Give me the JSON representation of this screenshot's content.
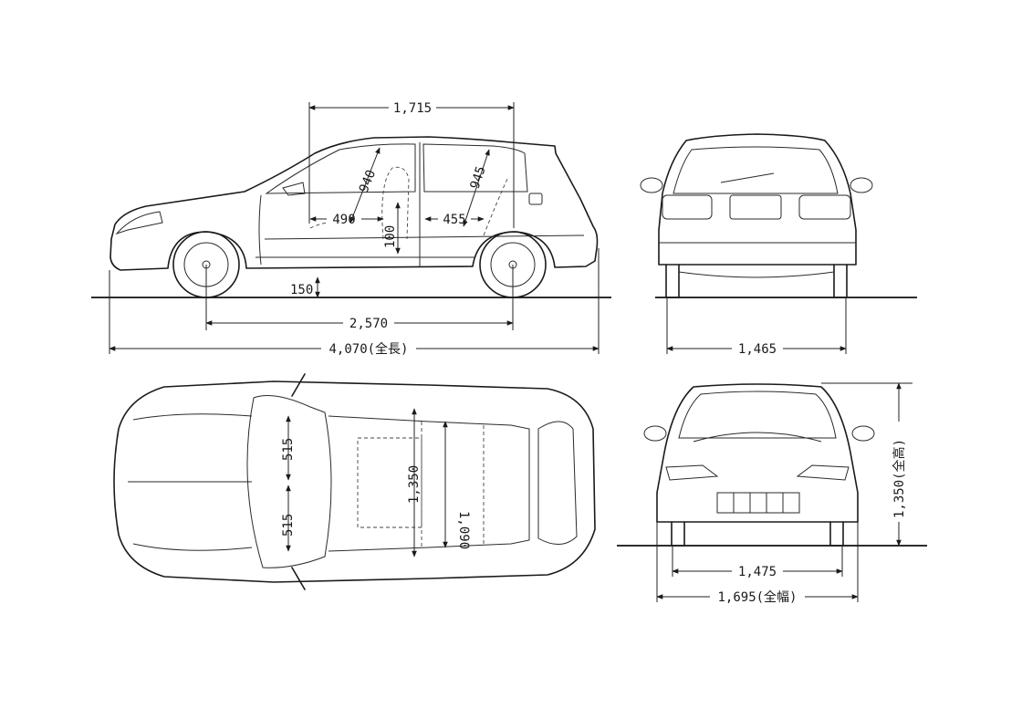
{
  "dimensions": {
    "overall_length": "4,070(全長)",
    "wheelbase": "2,570",
    "cabin_length": "1,715",
    "ground_clearance": "150",
    "front_headroom": "940",
    "rear_headroom": "945",
    "front_seat_travel": "490",
    "rear_seat_travel": "455",
    "seat_height": "100",
    "rear_track": "1,465",
    "front_track": "1,475",
    "overall_width": "1,695(全幅)",
    "overall_height": "1,350(全高)",
    "seat_width_left": "515",
    "seat_width_right": "515",
    "cabin_width": "1,350",
    "rear_cabin_width": "1,090"
  }
}
